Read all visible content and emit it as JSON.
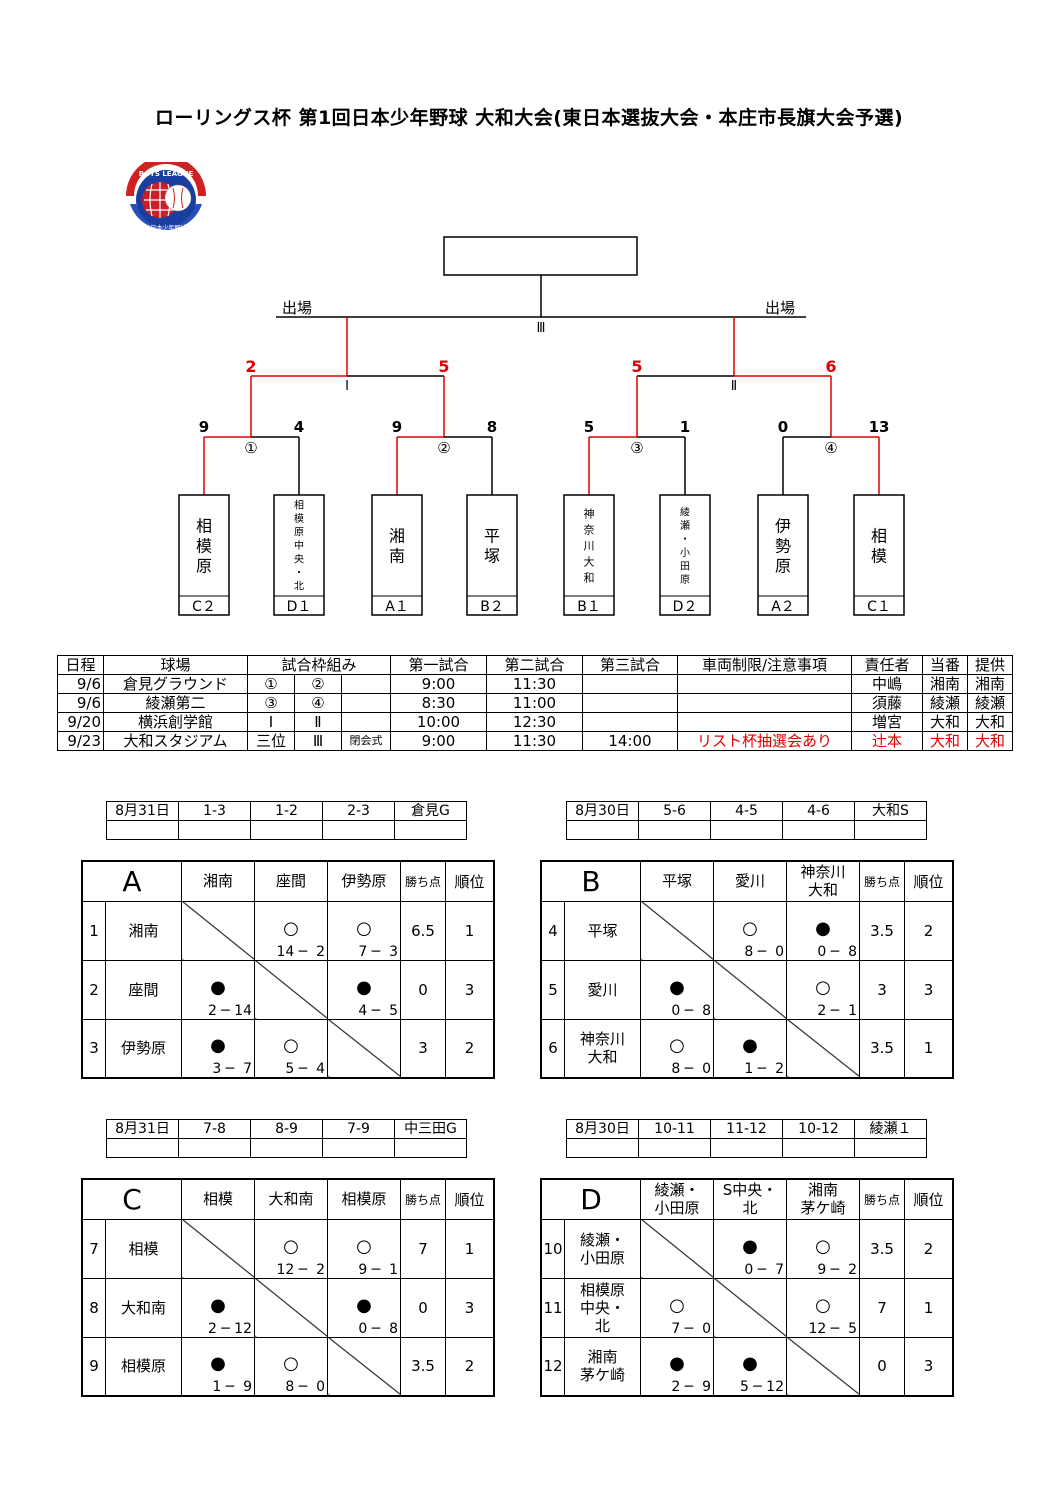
{
  "title": "ローリングス杯  第1回日本少年野球  大和大会(東日本選抜大会・本庄市長旗大会予選)",
  "logo": {
    "top_text": "BOYS LEAGUE",
    "bottom_text": "(公財)日本少年野球連盟"
  },
  "bracket": {
    "final_label": "Ⅲ",
    "advance_left": "出場",
    "advance_right": "出場",
    "semi_labels": [
      "Ⅰ",
      "Ⅱ"
    ],
    "semi_scores": [
      "2",
      "5",
      "5",
      "6"
    ],
    "first_round_labels": [
      "①",
      "②",
      "③",
      "④"
    ],
    "first_round_scores": [
      "9",
      "4",
      "9",
      "8",
      "5",
      "1",
      "0",
      "13"
    ],
    "teams": [
      {
        "name": "相模原",
        "seed": "C２"
      },
      {
        "name": "相模原中央・北",
        "seed": "D１"
      },
      {
        "name": "湘南",
        "seed": "A１"
      },
      {
        "name": "平塚",
        "seed": "B２"
      },
      {
        "name": "神奈川大和",
        "seed": "B１"
      },
      {
        "name": "綾瀬・小田原",
        "seed": "D２"
      },
      {
        "name": "伊勢原",
        "seed": "A２"
      },
      {
        "name": "相模",
        "seed": "C１"
      }
    ],
    "colors": {
      "winner": "#e00000",
      "line": "#000000"
    }
  },
  "schedule": {
    "headers": [
      "日程",
      "球場",
      "試合枠組み",
      "第一試合",
      "第二試合",
      "第三試合",
      "車両制限/注意事項",
      "責任者",
      "当番",
      "提供"
    ],
    "rows": [
      {
        "date": "9/6",
        "venue": "倉見グラウンド",
        "g1": "①",
        "g2": "②",
        "g3": "",
        "t1": "9:00",
        "t2": "11:30",
        "t3": "",
        "note": "",
        "resp": "中嶋",
        "duty": "湘南",
        "prov": "湘南"
      },
      {
        "date": "9/6",
        "venue": "綾瀬第二",
        "g1": "③",
        "g2": "④",
        "g3": "",
        "t1": "8:30",
        "t2": "11:00",
        "t3": "",
        "note": "",
        "resp": "須藤",
        "duty": "綾瀬",
        "prov": "綾瀬"
      },
      {
        "date": "9/20",
        "venue": "横浜創学館",
        "g1": "Ⅰ",
        "g2": "Ⅱ",
        "g3": "",
        "t1": "10:00",
        "t2": "12:30",
        "t3": "",
        "note": "",
        "resp": "増宮",
        "duty": "大和",
        "prov": "大和"
      },
      {
        "date": "9/23",
        "venue": "大和スタジアム",
        "g1": "三位",
        "g2": "Ⅲ",
        "g3": "閉会式",
        "t1": "9:00",
        "t2": "11:30",
        "t3": "14:00",
        "note": "リスト杯抽選会あり",
        "resp": "辻本",
        "duty": "大和",
        "prov": "大和"
      }
    ]
  },
  "groups": [
    {
      "mini": [
        "8月31日",
        "1-3",
        "1-2",
        "2-3",
        "倉見G"
      ],
      "label": "A",
      "cols": [
        "湘南",
        "座間",
        "伊勢原"
      ],
      "pts_label": "勝ち点",
      "rank_label": "順位",
      "rows": [
        {
          "no": "1",
          "name": "湘南",
          "cells": [
            null,
            {
              "m": "○",
              "s": "14 ─  2"
            },
            {
              "m": "○",
              "s": "7 ─  3"
            }
          ],
          "pts": "6.5",
          "rank": "1"
        },
        {
          "no": "2",
          "name": "座間",
          "cells": [
            {
              "m": "●",
              "s": "2 ─ 14"
            },
            null,
            {
              "m": "●",
              "s": "4 ─  5"
            }
          ],
          "pts": "0",
          "rank": "3"
        },
        {
          "no": "3",
          "name": "伊勢原",
          "cells": [
            {
              "m": "●",
              "s": "3 ─  7"
            },
            {
              "m": "○",
              "s": "5 ─  4"
            },
            null
          ],
          "pts": "3",
          "rank": "2"
        }
      ]
    },
    {
      "mini": [
        "8月30日",
        "5-6",
        "4-5",
        "4-6",
        "大和S"
      ],
      "label": "B",
      "cols": [
        "平塚",
        "愛川",
        "神奈川\n大和"
      ],
      "pts_label": "勝ち点",
      "rank_label": "順位",
      "rows": [
        {
          "no": "4",
          "name": "平塚",
          "cells": [
            null,
            {
              "m": "○",
              "s": "8 ─  0"
            },
            {
              "m": "●",
              "s": "0 ─  8"
            }
          ],
          "pts": "3.5",
          "rank": "2"
        },
        {
          "no": "5",
          "name": "愛川",
          "cells": [
            {
              "m": "●",
              "s": "0 ─  8"
            },
            null,
            {
              "m": "○",
              "s": "2 ─  1"
            }
          ],
          "pts": "3",
          "rank": "3"
        },
        {
          "no": "6",
          "name": "神奈川\n大和",
          "cells": [
            {
              "m": "○",
              "s": "8 ─  0"
            },
            {
              "m": "●",
              "s": "1 ─  2"
            },
            null
          ],
          "pts": "3.5",
          "rank": "1"
        }
      ]
    },
    {
      "mini": [
        "8月31日",
        "7-8",
        "8-9",
        "7-9",
        "中三田G"
      ],
      "label": "C",
      "cols": [
        "相模",
        "大和南",
        "相模原"
      ],
      "pts_label": "勝ち点",
      "rank_label": "順位",
      "rows": [
        {
          "no": "7",
          "name": "相模",
          "cells": [
            null,
            {
              "m": "○",
              "s": "12 ─  2"
            },
            {
              "m": "○",
              "s": "9 ─  1"
            }
          ],
          "pts": "7",
          "rank": "1"
        },
        {
          "no": "8",
          "name": "大和南",
          "cells": [
            {
              "m": "●",
              "s": "2 ─ 12"
            },
            null,
            {
              "m": "●",
              "s": "0 ─  8"
            }
          ],
          "pts": "0",
          "rank": "3"
        },
        {
          "no": "9",
          "name": "相模原",
          "cells": [
            {
              "m": "●",
              "s": "1 ─  9"
            },
            {
              "m": "○",
              "s": "8 ─  0"
            },
            null
          ],
          "pts": "3.5",
          "rank": "2"
        }
      ]
    },
    {
      "mini": [
        "8月30日",
        "10-11",
        "11-12",
        "10-12",
        "綾瀬１"
      ],
      "label": "D",
      "cols": [
        "綾瀬・\n小田原",
        "S中央・\n北",
        "湘南\n茅ケ崎"
      ],
      "pts_label": "勝ち点",
      "rank_label": "順位",
      "rows": [
        {
          "no": "10",
          "name": "綾瀬・\n小田原",
          "cells": [
            null,
            {
              "m": "●",
              "s": "0 ─  7"
            },
            {
              "m": "○",
              "s": "9 ─  2"
            }
          ],
          "pts": "3.5",
          "rank": "2"
        },
        {
          "no": "11",
          "name": "相模原\n中央・\n北",
          "cells": [
            {
              "m": "○",
              "s": "7 ─  0"
            },
            null,
            {
              "m": "○",
              "s": "12 ─  5"
            }
          ],
          "pts": "7",
          "rank": "1"
        },
        {
          "no": "12",
          "name": "湘南\n茅ケ崎",
          "cells": [
            {
              "m": "●",
              "s": "2 ─  9"
            },
            {
              "m": "●",
              "s": "5 ─ 12"
            },
            null
          ],
          "pts": "0",
          "rank": "3"
        }
      ]
    }
  ]
}
